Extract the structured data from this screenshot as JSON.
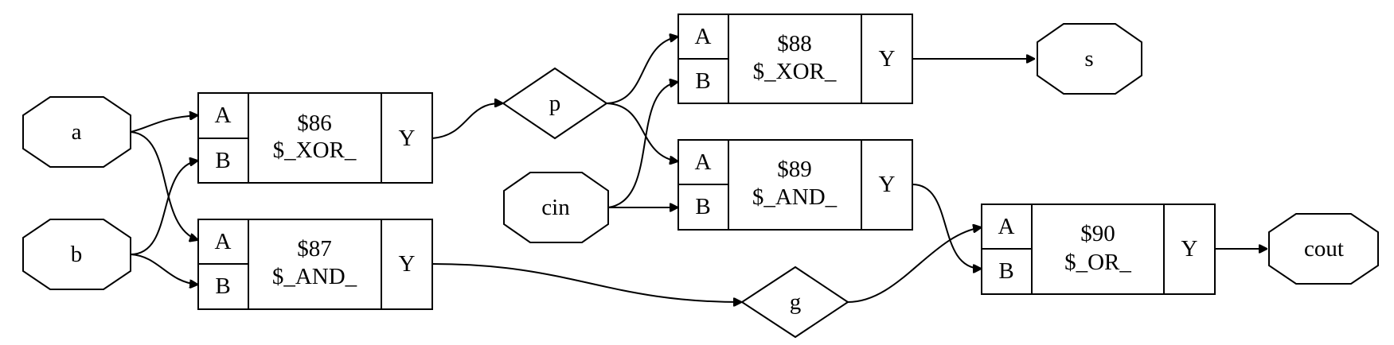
{
  "diagram": {
    "ports": {
      "a": "a",
      "b": "b",
      "cin": "cin",
      "s": "s",
      "cout": "cout"
    },
    "wires": {
      "p": "p",
      "g": "g"
    },
    "cells": {
      "c86": {
        "id": "$86",
        "type": "$_XOR_",
        "in_a": "A",
        "in_b": "B",
        "out": "Y"
      },
      "c87": {
        "id": "$87",
        "type": "$_AND_",
        "in_a": "A",
        "in_b": "B",
        "out": "Y"
      },
      "c88": {
        "id": "$88",
        "type": "$_XOR_",
        "in_a": "A",
        "in_b": "B",
        "out": "Y"
      },
      "c89": {
        "id": "$89",
        "type": "$_AND_",
        "in_a": "A",
        "in_b": "B",
        "out": "Y"
      },
      "c90": {
        "id": "$90",
        "type": "$_OR_",
        "in_a": "A",
        "in_b": "B",
        "out": "Y"
      }
    }
  }
}
